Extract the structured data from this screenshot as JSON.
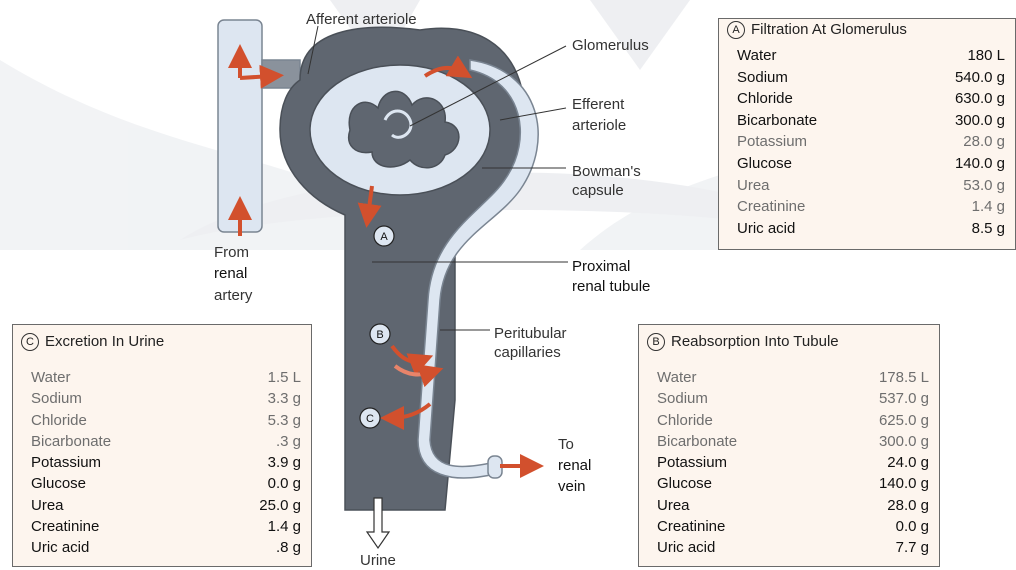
{
  "labels": {
    "afferent_arteriole": "Afferent arteriole",
    "glomerulus": "Glomerulus",
    "efferent_arteriole": [
      "Efferent",
      "arteriole"
    ],
    "bowmans_capsule": [
      "Bowman's",
      "capsule"
    ],
    "from_renal_artery": [
      "From",
      "renal",
      "artery"
    ],
    "proximal_tubule": [
      "Proximal",
      "renal tubule"
    ],
    "peritubular": [
      "Peritubular",
      "capillaries"
    ],
    "to_renal_vein": [
      "To",
      "renal",
      "vein"
    ],
    "urine": "Urine",
    "marker_a": "A",
    "marker_b": "B",
    "marker_c": "C"
  },
  "panels": {
    "filtration": {
      "letter": "A",
      "title": "Filtration At Glomerulus",
      "rows": [
        {
          "name": "Water",
          "value": "180 L",
          "tone": "dark"
        },
        {
          "name": "Sodium",
          "value": "540.0 g",
          "tone": "dark"
        },
        {
          "name": "Chloride",
          "value": "630.0 g",
          "tone": "dark"
        },
        {
          "name": "Bicarbonate",
          "value": "300.0 g",
          "tone": "dark"
        },
        {
          "name": "Potassium",
          "value": "28.0 g",
          "tone": "light"
        },
        {
          "name": "Glucose",
          "value": "140.0 g",
          "tone": "dark"
        },
        {
          "name": "Urea",
          "value": "53.0 g",
          "tone": "light"
        },
        {
          "name": "Creatinine",
          "value": "1.4 g",
          "tone": "light"
        },
        {
          "name": "Uric acid",
          "value": "8.5 g",
          "tone": "dark"
        }
      ]
    },
    "excretion": {
      "letter": "C",
      "title": "Excretion In Urine",
      "rows": [
        {
          "name": "Water",
          "value": "1.5 L",
          "tone": "light"
        },
        {
          "name": "Sodium",
          "value": "3.3 g",
          "tone": "light"
        },
        {
          "name": "Chloride",
          "value": "5.3 g",
          "tone": "light"
        },
        {
          "name": "Bicarbonate",
          "value": ".3 g",
          "tone": "light"
        },
        {
          "name": "Potassium",
          "value": "3.9 g",
          "tone": "dark"
        },
        {
          "name": "Glucose",
          "value": "0.0 g",
          "tone": "dark"
        },
        {
          "name": "Urea",
          "value": "25.0 g",
          "tone": "dark"
        },
        {
          "name": "Creatinine",
          "value": "1.4 g",
          "tone": "dark"
        },
        {
          "name": "Uric acid",
          "value": ".8 g",
          "tone": "dark"
        }
      ]
    },
    "reabsorption": {
      "letter": "B",
      "title": "Reabsorption Into Tubule",
      "rows": [
        {
          "name": "Water",
          "value": "178.5 L",
          "tone": "light"
        },
        {
          "name": "Sodium",
          "value": "537.0 g",
          "tone": "light"
        },
        {
          "name": "Chloride",
          "value": "625.0 g",
          "tone": "light"
        },
        {
          "name": "Bicarbonate",
          "value": "300.0 g",
          "tone": "light"
        },
        {
          "name": "Potassium",
          "value": "24.0 g",
          "tone": "dark"
        },
        {
          "name": "Glucose",
          "value": "140.0 g",
          "tone": "dark"
        },
        {
          "name": "Urea",
          "value": "28.0 g",
          "tone": "dark"
        },
        {
          "name": "Creatinine",
          "value": "0.0 g",
          "tone": "dark"
        },
        {
          "name": "Uric acid",
          "value": "7.7 g",
          "tone": "dark"
        }
      ]
    }
  },
  "colors": {
    "vessel_dark": "#5f6670",
    "vessel_light": "#dde6f1",
    "arrow": "#d2502d",
    "panel_bg": "#fdf5ee",
    "text_dark": "#111111",
    "text_light": "#6e6e6e"
  }
}
